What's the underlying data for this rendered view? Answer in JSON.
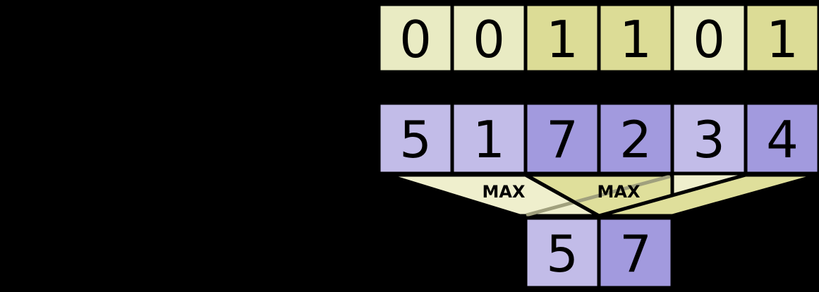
{
  "colors": {
    "background": "#000000",
    "border": "#000000",
    "mask_off_fill": "#e9ebc3",
    "mask_on_fill": "#dcdc96",
    "input_light_fill": "#c2bce8",
    "input_dark_fill": "#a29ade",
    "funnel_left_fill": "#efefcd",
    "funnel_right_fill": "#dfdf9b",
    "overlap_edge": "#a0a07d",
    "text": "#000000"
  },
  "mask_row": {
    "cells": [
      {
        "value": "0",
        "fill": "#e9ebc3"
      },
      {
        "value": "0",
        "fill": "#e9ebc3"
      },
      {
        "value": "1",
        "fill": "#dcdc96"
      },
      {
        "value": "1",
        "fill": "#dcdc96"
      },
      {
        "value": "0",
        "fill": "#e9ebc3"
      },
      {
        "value": "1",
        "fill": "#dcdc96"
      }
    ]
  },
  "input_row": {
    "cells": [
      {
        "value": "5",
        "fill": "#c2bce8"
      },
      {
        "value": "1",
        "fill": "#c2bce8"
      },
      {
        "value": "7",
        "fill": "#a29ade"
      },
      {
        "value": "2",
        "fill": "#a29ade"
      },
      {
        "value": "3",
        "fill": "#c2bce8"
      },
      {
        "value": "4",
        "fill": "#a29ade"
      }
    ]
  },
  "pooling": {
    "funnels": [
      {
        "label": "MAX",
        "fill": "#efefcd"
      },
      {
        "label": "MAX",
        "fill": "#dfdf9b"
      }
    ]
  },
  "output_row": {
    "cells": [
      {
        "value": "5",
        "fill": "#c2bce8"
      },
      {
        "value": "7",
        "fill": "#a29ade"
      }
    ]
  }
}
